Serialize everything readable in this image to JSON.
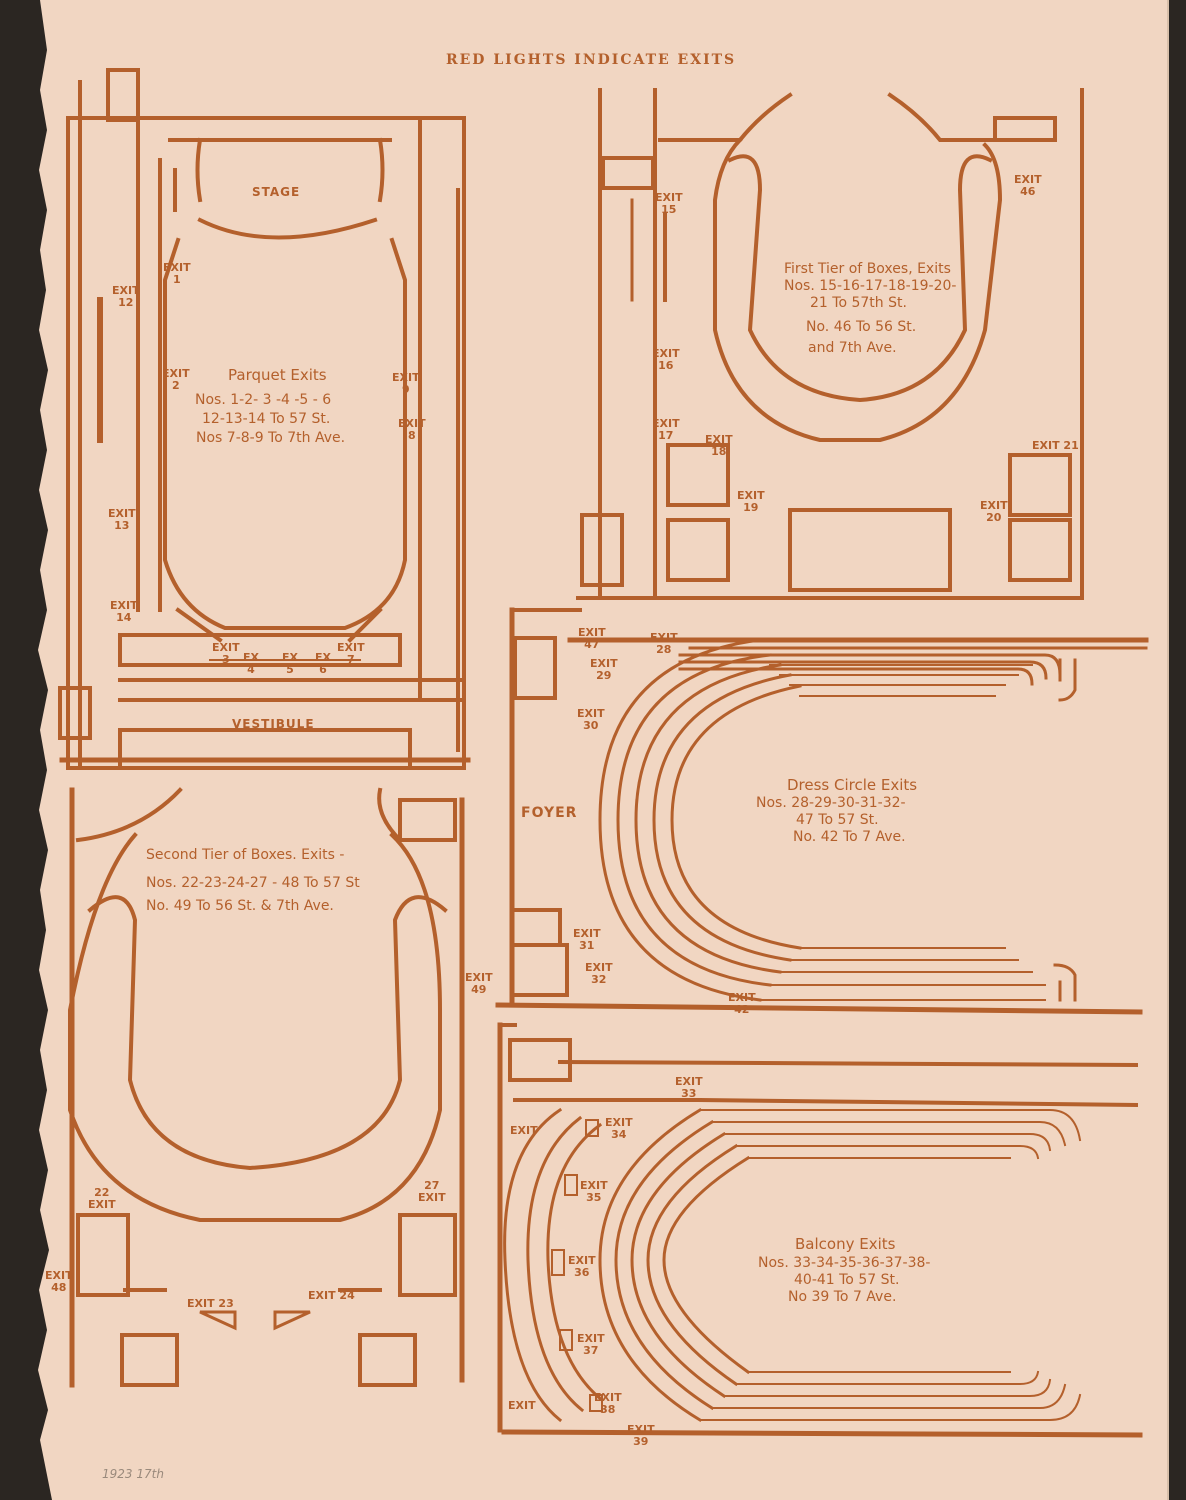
{
  "header": {
    "text": "RED LIGHTS INDICATE EXITS"
  },
  "parquet": {
    "stage": "STAGE",
    "vestibule": "VESTIBULE",
    "title": "Parquet Exits",
    "line1": "Nos. 1-2- 3 -4 -5 - 6",
    "line2": "12-13-14 To 57 St.",
    "line3": "Nos 7-8-9 To 7th Ave.",
    "exits": {
      "e1": "EXIT\n1",
      "e2": "EXIT\n2",
      "e9": "EXIT\n9",
      "e8": "EXIT\n8",
      "e12": "EXIT\n12",
      "e13": "EXIT\n13",
      "e14": "EXIT\n14",
      "e3": "EXIT\n3",
      "e4": "EX\n4",
      "e5": "EX\n5",
      "e6": "EX\n6",
      "e7": "EXIT\n7"
    }
  },
  "first_tier": {
    "line1": "First Tier of Boxes, Exits",
    "line2": "Nos. 15-16-17-18-19-20-",
    "line3": "21 To 57th St.",
    "line4": "No. 46 To 56 St.",
    "line5": "and 7th Ave.",
    "exits": {
      "e15": "EXIT\n15",
      "e16": "EXIT\n16",
      "e17": "EXIT\n17",
      "e18": "EXIT\n18",
      "e19": "EXIT\n19",
      "e20": "EXIT\n20",
      "e21": "EXIT 21",
      "e46": "EXIT\n46"
    }
  },
  "dress_circle": {
    "foyer": "FOYER",
    "line1": "Dress Circle Exits",
    "line2": "Nos. 28-29-30-31-32-",
    "line3": "47 To 57 St.",
    "line4": "No. 42 To 7 Ave.",
    "exits": {
      "e47": "EXIT\n47",
      "e28": "EXIT\n28",
      "e29": "EXIT\n29",
      "e30": "EXIT\n30",
      "e31": "EXIT\n31",
      "e32": "EXIT\n32",
      "e42": "EXIT\n42"
    }
  },
  "second_tier": {
    "line1": "Second Tier of Boxes. Exits -",
    "line2": "Nos. 22-23-24-27 - 48 To 57 St",
    "line3": "No.  49 To 56 St. & 7th Ave.",
    "exits": {
      "e49": "EXIT\n49",
      "e22": "22\nEXIT",
      "e27": "27\nEXIT",
      "e48": "EXIT\n48",
      "e23": "EXIT 23",
      "e24": "EXIT 24"
    }
  },
  "balcony": {
    "line1": "Balcony Exits",
    "line2": "Nos. 33-34-35-36-37-38-",
    "line3": "40-41 To 57 St.",
    "line4": "No 39 To 7 Ave.",
    "exits": {
      "e33": "EXIT\n33",
      "e34": "EXIT\n34",
      "e35": "EXIT\n35",
      "e36": "EXIT\n36",
      "e37": "EXIT\n37",
      "e38": "EXIT\n38",
      "e39": "EXIT\n39",
      "e40": "EXIT",
      "e41": "EXIT"
    }
  },
  "footnote": "1923  17th",
  "colors": {
    "ink": "#b4602c",
    "paper": "#f1d6c2",
    "background": "#2b2622"
  }
}
